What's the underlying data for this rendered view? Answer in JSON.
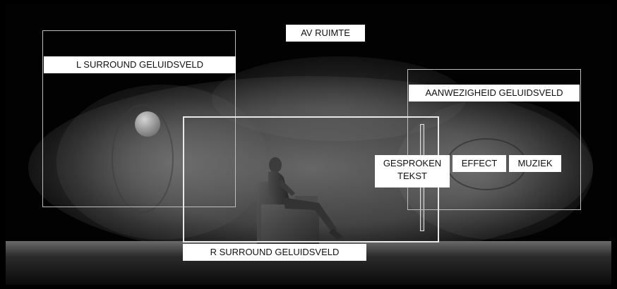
{
  "labels": {
    "av_room": "AV RUIMTE",
    "l_surround": "L SURROUND GELUIDSVELD",
    "presence": "AANWEZIGHEID GELUIDSVELD",
    "speech": "GESPROKEN TEKST",
    "effect": "EFFECT",
    "music": "MUZIEK",
    "r_surround": "R SURROUND GELUIDSVELD"
  },
  "colors": {
    "background": "#000000",
    "label_fill": "#ffffff",
    "label_text": "#111111",
    "zone_outline": "#bdbdbd",
    "r_surround_outline": "#e8e8e8"
  }
}
